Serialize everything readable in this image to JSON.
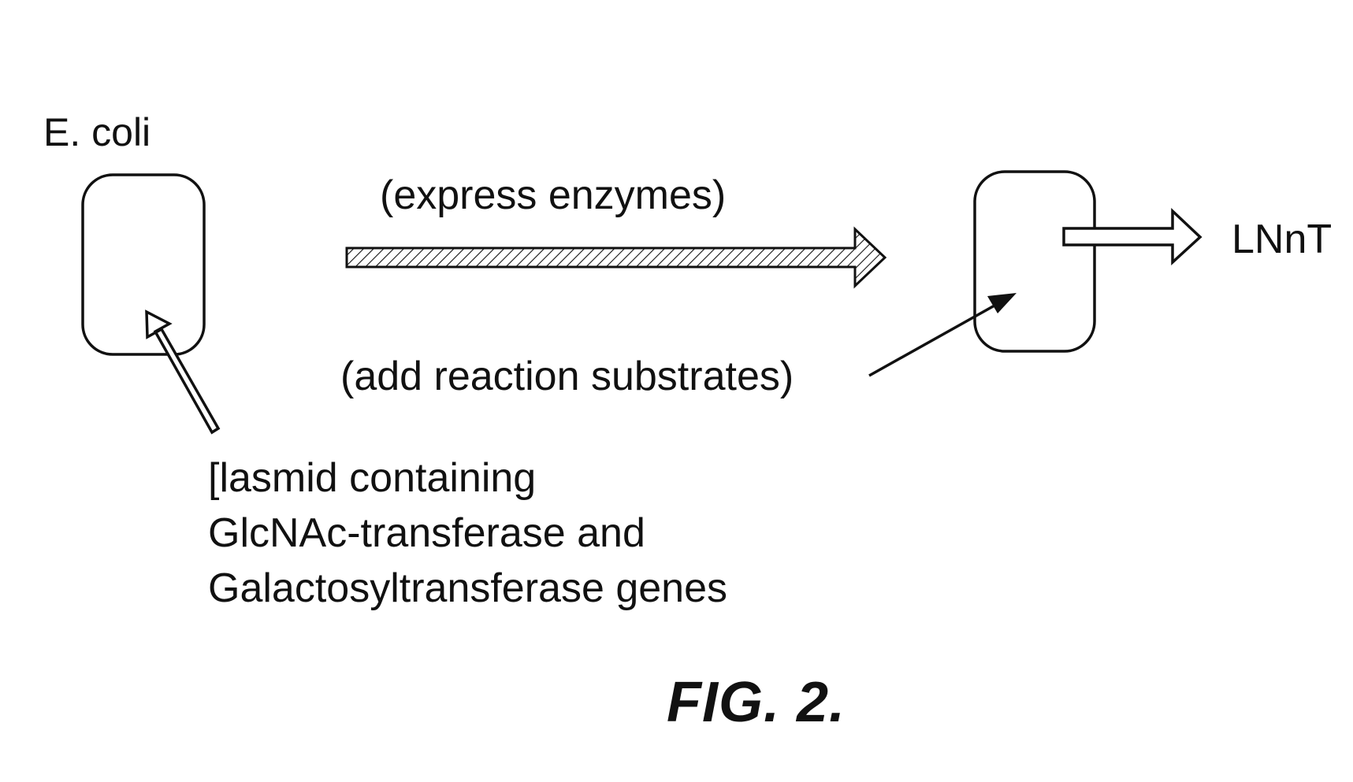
{
  "labels": {
    "organism": "E. coli",
    "step_express": "(express enzymes)",
    "step_substrates": "(add reaction substrates)",
    "product": "LNnT"
  },
  "plasmid": {
    "lines": [
      "[lasmid containing",
      "GlcNAc-transferase and",
      "Galactosyltransferase genes"
    ]
  },
  "caption": "FIG.  2.",
  "colors": {
    "ink": "#111111",
    "background": "#ffffff"
  },
  "icons": {
    "process_arrow": "hatched-arrow-icon",
    "insert_arrow": "hollow-arrow-icon",
    "product_arrow": "hollow-arrow-icon",
    "substrate_arrow": "solid-arrow-icon"
  }
}
